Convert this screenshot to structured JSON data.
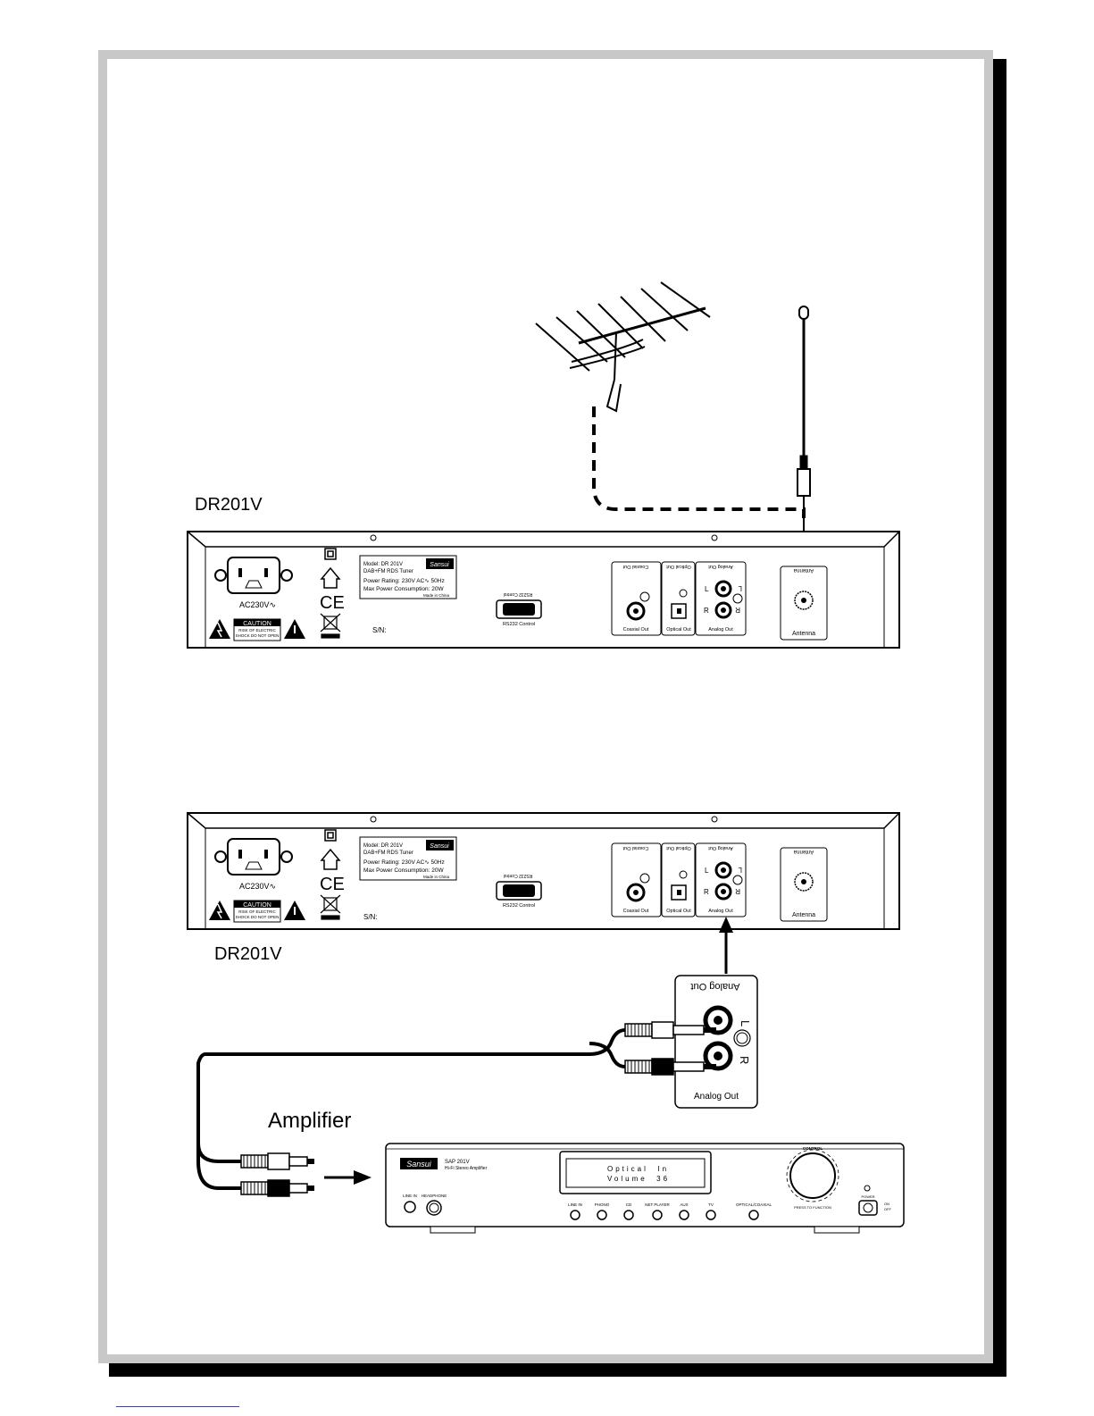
{
  "top_unit": {
    "model_label": "DR201V",
    "power_label": "AC230V∿",
    "caution_title": "CAUTION",
    "caution_line1": "RISK OF ELECTRIC",
    "caution_line2": "SHOCK DO NOT OPEN",
    "rating": {
      "line1": "Model: DR 201V",
      "line2": "DAB+FM RDS Tuner",
      "line3": "Power Rating: 230V AC∿ 50Hz",
      "line4": "Max Power Consumption: 20W",
      "line5": "Made in China",
      "brand": "Sansui"
    },
    "rs232_label": "RS232 Control",
    "coaxial_label": "Coaxial Out",
    "optical_label": "Optical Out",
    "analog_label": "Analog Out",
    "analog_l": "L",
    "analog_r": "R",
    "antenna_label": "Antenna",
    "sn_label": "S/N:",
    "ce_mark": "CE"
  },
  "bottom_unit": {
    "model_label": "DR201V",
    "power_label": "AC230V∿",
    "caution_title": "CAUTION",
    "caution_line1": "RISK OF ELECTRIC",
    "caution_line2": "SHOCK DO NOT OPEN",
    "rating": {
      "line1": "Model: DR 201V",
      "line2": "DAB+FM RDS Tuner",
      "line3": "Power Rating: 230V AC∿ 50Hz",
      "line4": "Max Power Consumption: 20W",
      "line5": "Made in China",
      "brand": "Sansui"
    },
    "rs232_label": "RS232 Control",
    "coaxial_label": "Coaxial Out",
    "optical_label": "Optical Out",
    "analog_label": "Analog Out",
    "analog_l": "L",
    "analog_r": "R",
    "antenna_label": "Antenna",
    "sn_label": "S/N:",
    "ce_mark": "CE"
  },
  "analog_detail": {
    "title_rotated": "Analog Out",
    "label": "Analog Out",
    "l": "L",
    "r": "R"
  },
  "amplifier": {
    "caption": "Amplifier",
    "brand": "Sansui",
    "model": "SAP 201V",
    "subtitle": "Hi-Fi Stereo Amplifier",
    "display_line1": "Optical  In",
    "display_line2": "Volume  36",
    "control_label": "CONTROL",
    "press_label": "PRESS TO FUNCTION",
    "power_label": "POWER",
    "power_on": "ON",
    "power_off": "OFF",
    "jacks": [
      "LINE IN",
      "HEADPHONE"
    ],
    "inputs": [
      "LINE IN",
      "PHONO",
      "CD",
      "NET PLAYER",
      "AUX",
      "TV",
      "OPTICAL/COAXIAL"
    ]
  }
}
